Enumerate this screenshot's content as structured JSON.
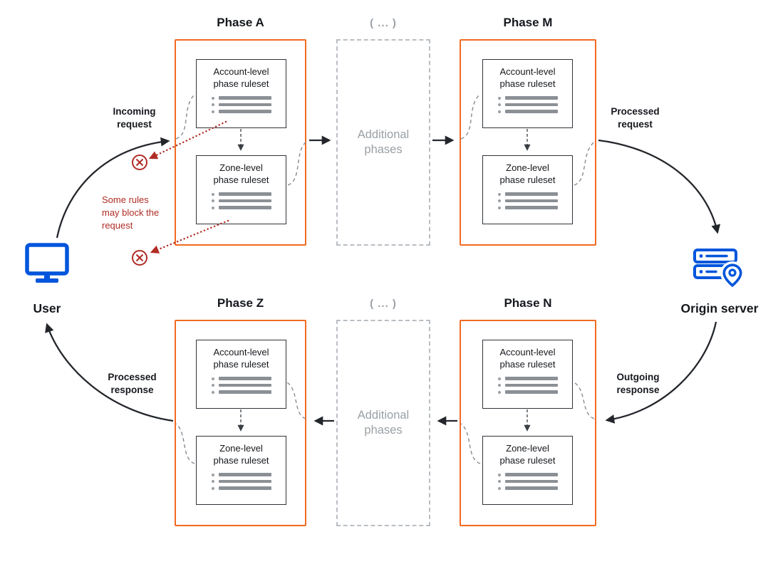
{
  "phases": {
    "a": {
      "title": "Phase A"
    },
    "m": {
      "title": "Phase M"
    },
    "z": {
      "title": "Phase Z"
    },
    "n": {
      "title": "Phase N"
    }
  },
  "rulesets": {
    "account": "Account-level phase ruleset",
    "zone": "Zone-level phase ruleset"
  },
  "additional": {
    "ellipsis": "( ... )",
    "label": "Additional phases"
  },
  "endpoints": {
    "user": "User",
    "origin": "Origin server"
  },
  "flow_labels": {
    "incoming_request": "Incoming request",
    "processed_request": "Processed request",
    "outgoing_response": "Outgoing response",
    "processed_response": "Processed response"
  },
  "notes": {
    "block_note": "Some rules may block the request"
  },
  "colors": {
    "phase_border_orange": "#f26a21",
    "accent_blue": "#0055dc",
    "alert_red": "#b02c24",
    "muted_gray": "#9aa0a6"
  }
}
